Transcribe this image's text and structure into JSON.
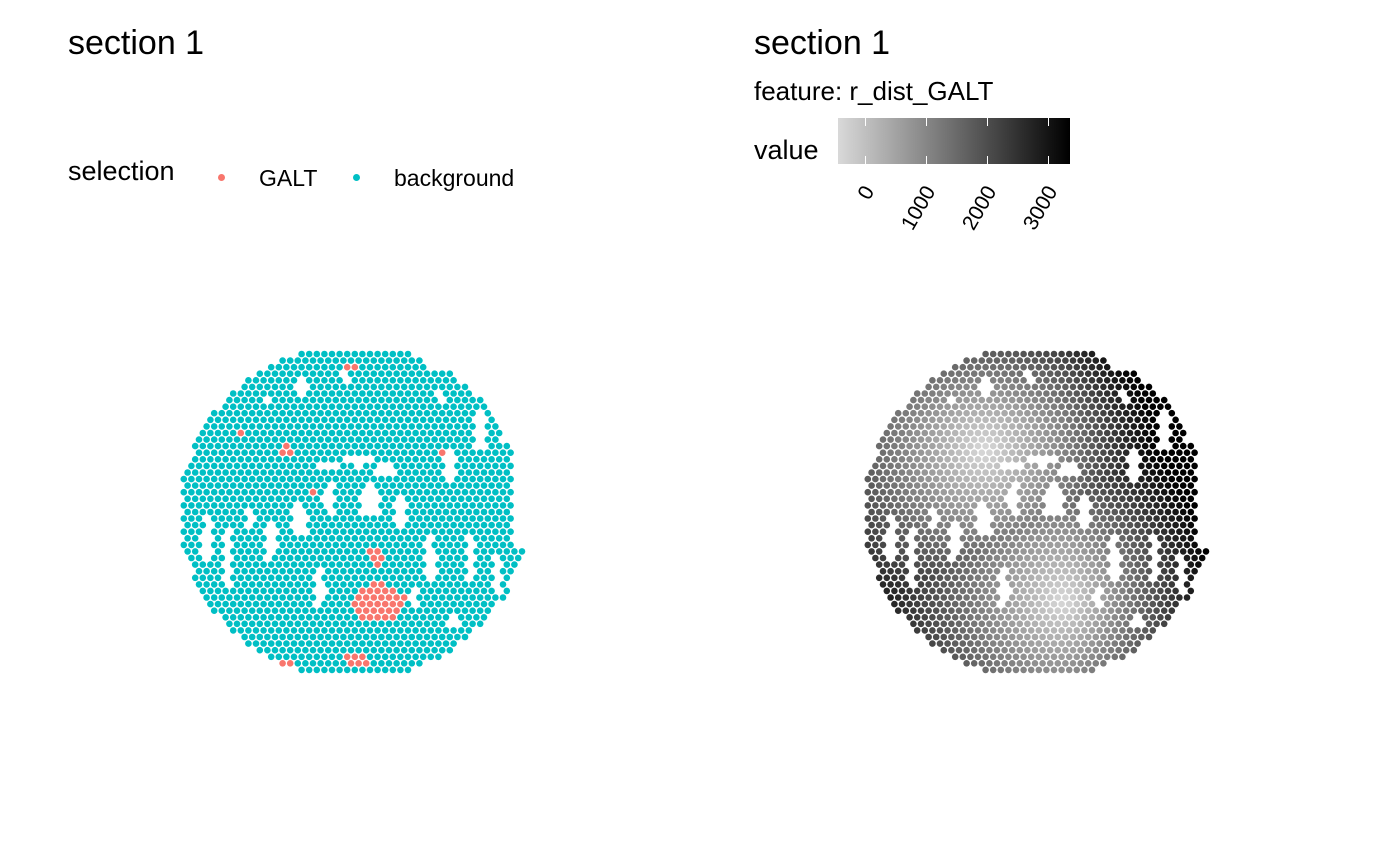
{
  "colors": {
    "selected": "#F8766D",
    "background": "#00BFC4"
  },
  "panels": {
    "left": {
      "title": "section 1",
      "legend": {
        "title": "selection",
        "items": [
          {
            "label": "GALT",
            "color": "#F8766D"
          },
          {
            "label": "background",
            "color": "#00BFC4"
          }
        ]
      }
    },
    "right": {
      "title": "section 1",
      "subtitle": "feature:  r_dist_GALT",
      "legend": {
        "title": "value",
        "ticks": [
          "0",
          "1000",
          "2000",
          "3000"
        ],
        "range": [
          0,
          3100
        ],
        "low_color": "#d9d9d9",
        "high_color": "#000000"
      }
    }
  },
  "chart_data": [
    {
      "type": "scatter",
      "title": "section 1",
      "legend": "top",
      "grid": false,
      "axes": false,
      "series": [
        {
          "name": "GALT",
          "color": "#F8766D"
        },
        {
          "name": "background",
          "color": "#00BFC4"
        }
      ]
    },
    {
      "type": "scatter",
      "title": "section 1",
      "subtitle": "feature:  r_dist_GALT",
      "legend": "top",
      "grid": false,
      "axes": false,
      "color_scale": {
        "title": "value",
        "min": 0,
        "max": 3100,
        "ticks": [
          0,
          1000,
          2000,
          3000
        ],
        "low": "#d9d9d9",
        "high": "#000000"
      }
    }
  ]
}
